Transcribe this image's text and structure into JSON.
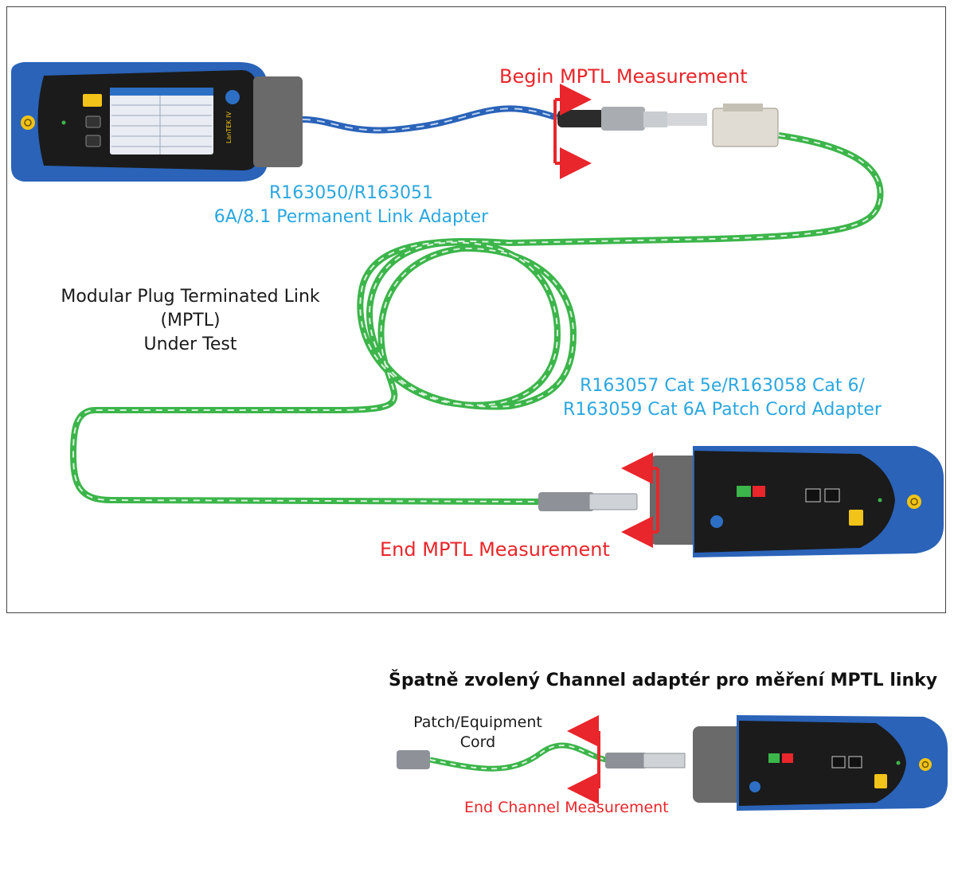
{
  "labels": {
    "begin_mptl": "Begin MPTL Measurement",
    "pl_adapter_line1": "R163050/R163051",
    "pl_adapter_line2": "6A/8.1 Permanent Link Adapter",
    "mptl_line1": "Modular Plug Terminated Link",
    "mptl_line2": "(MPTL)",
    "mptl_line3": "Under Test",
    "patch_adapter_line1": "R163057 Cat 5e/R163058 Cat 6/",
    "patch_adapter_line2": "R163059 Cat 6A Patch Cord Adapter",
    "end_mptl": "End MPTL Measurement",
    "caption": "Špatně zvolený Channel adaptér pro měření MPTL linky",
    "patch_cord_line1": "Patch/Equipment",
    "patch_cord_line2": "Cord",
    "end_channel": "End Channel Measurement"
  },
  "devices": {
    "brand": "LanTEK IV"
  },
  "colors": {
    "red": "#e8262b",
    "blue": "#2aa7df",
    "cable_green": "#3cb54a",
    "device_blue": "#2a63b8",
    "device_black": "#1b1b1b",
    "device_gray": "#6a6a6a",
    "button_yellow": "#f2c318"
  },
  "icons": {
    "power": "power-icon",
    "arrow": "arrow-icon"
  }
}
